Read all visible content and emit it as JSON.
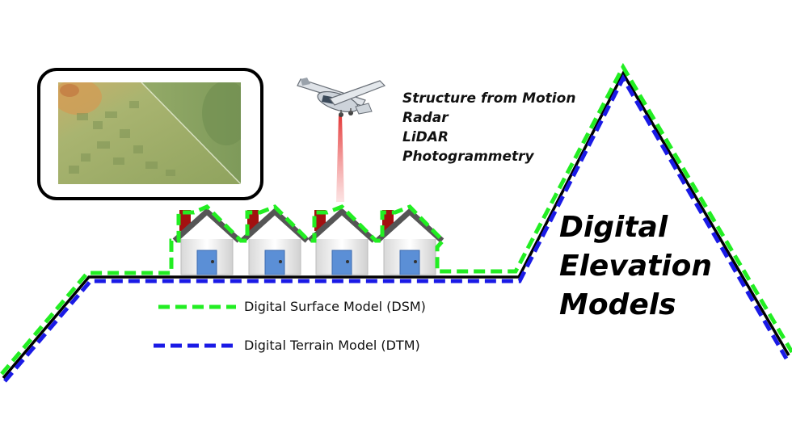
{
  "methods": [
    "Structure from Motion",
    "Radar",
    "LiDAR",
    "Photogrammetry"
  ],
  "title_lines": [
    "Digital",
    "Elevation",
    "Models"
  ],
  "legend": {
    "dsm_label": "Digital Surface Model (DSM)",
    "dtm_label": "Digital Terrain Model (DTM)"
  },
  "colors": {
    "dsm": "#22ee22",
    "dtm": "#1a1ae6",
    "terrain": "#000000",
    "chimney": "#a31010",
    "door": "#5b8fd6",
    "roof": "#555555",
    "laser": "#e02020"
  },
  "icons": [
    "airplane-icon",
    "house-icon",
    "elevation-map-thumbnail"
  ]
}
